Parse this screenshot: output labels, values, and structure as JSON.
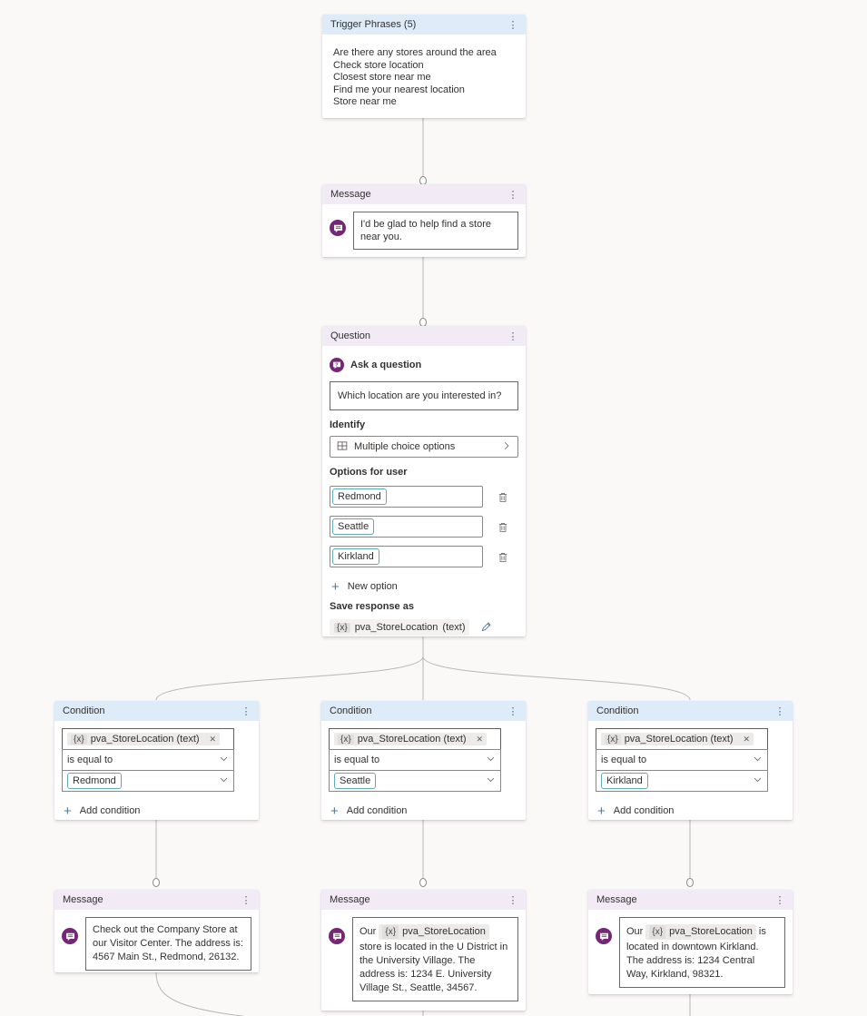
{
  "colors": {
    "header_blue": "#deebf8",
    "header_purple": "#f2ebf5",
    "accent_purple": "#742774",
    "chip_teal_border": "#64aab2",
    "connector": "#b9b6b3"
  },
  "icons": {
    "kebab": "⋮",
    "close": "✕",
    "plus": "+"
  },
  "trigger_node": {
    "title": "Trigger Phrases (5)",
    "phrases": [
      "Are there any stores around the area",
      "Check store location",
      "Closest store near me",
      "Find me your nearest location",
      "Store near me"
    ]
  },
  "intro_message_node": {
    "title": "Message",
    "text": "I'd be glad to help find a store near you."
  },
  "question_node": {
    "title": "Question",
    "ask_label": "Ask a question",
    "question_text": "Which location are you interested in?",
    "identify_label": "Identify",
    "identify_value": "Multiple choice options",
    "options_label": "Options for user",
    "options": [
      "Redmond",
      "Seattle",
      "Kirkland"
    ],
    "new_option_label": "New option",
    "save_label": "Save response as",
    "variable_badge": "{x}",
    "variable_name": "pva_StoreLocation",
    "variable_type": "(text)"
  },
  "condition_nodes": [
    {
      "title": "Condition",
      "variable_badge": "{x}",
      "variable": "pva_StoreLocation (text)",
      "operator": "is equal to",
      "value": "Redmond",
      "add_label": "Add condition"
    },
    {
      "title": "Condition",
      "variable_badge": "{x}",
      "variable": "pva_StoreLocation (text)",
      "operator": "is equal to",
      "value": "Seattle",
      "add_label": "Add condition"
    },
    {
      "title": "Condition",
      "variable_badge": "{x}",
      "variable": "pva_StoreLocation (text)",
      "operator": "is equal to",
      "value": "Kirkland",
      "add_label": "Add condition"
    }
  ],
  "message_nodes": [
    {
      "title": "Message",
      "text": "Check out the Company Store at our Visitor Center. The address is: 4567 Main St., Redmond, 26132."
    },
    {
      "title": "Message",
      "pre": "Our",
      "variable_badge": "{x}",
      "variable": "pva_StoreLocation",
      "post": " store is located in the U District in the University Village. The address is: 1234 E. University Village St., Seattle, 34567."
    },
    {
      "title": "Message",
      "pre": "Our",
      "variable_badge": "{x}",
      "variable": "pva_StoreLocation",
      "post": " is located in downtown Kirkland. The address is: 1234 Central Way, Kirkland, 98321."
    }
  ]
}
